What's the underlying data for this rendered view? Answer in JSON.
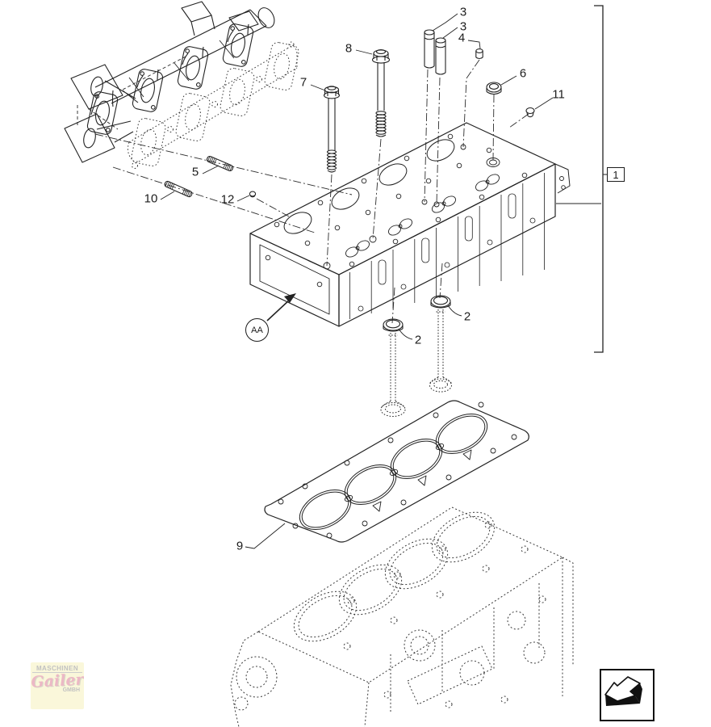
{
  "page": {
    "background": "#ffffff",
    "line_color": "#232323"
  },
  "diagram": {
    "kind": "exploded-parts-diagram",
    "subject": "Engine cylinder head assembly with valves, guides, bolts, studs, head gasket, exhaust manifold and engine block",
    "assembly_bracket_label": "1",
    "detail_view_marker": "AA",
    "callouts": {
      "valve_guide_a": "3",
      "valve_guide_b": "3",
      "tappet_plug": "4",
      "manifold_stud_upper": "5",
      "cup_plug": "6",
      "head_bolt_short": "7",
      "head_bolt_long": "8",
      "cylinder_head_gasket": "9",
      "manifold_stud_lower": "10",
      "small_plug": "11",
      "dowel_pin": "12",
      "valve_seat_upper": "2",
      "valve_seat_lower": "2"
    }
  },
  "watermark": {
    "line1": "MASCHINEN",
    "line2": "Gailer",
    "line3": "GMBH",
    "bg_color": "#f6f2bc",
    "text_color": "#8f8f8f",
    "script_color": "#dd7f96"
  },
  "nav": {
    "icon": "page-back-arrow-icon"
  }
}
